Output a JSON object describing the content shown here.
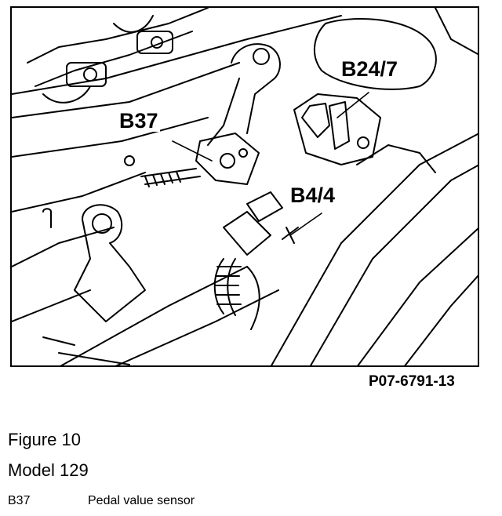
{
  "diagram": {
    "callouts": {
      "b37": "B37",
      "b24_7": "B24/7",
      "b4_4": "B4/4"
    },
    "reference_code": "P07-6791-13"
  },
  "caption": {
    "figure": "Figure 10",
    "model": "Model 129"
  },
  "legend": [
    {
      "code": "B37",
      "description": "Pedal value sensor"
    }
  ],
  "colors": {
    "ink": "#000000",
    "paper": "#ffffff"
  }
}
